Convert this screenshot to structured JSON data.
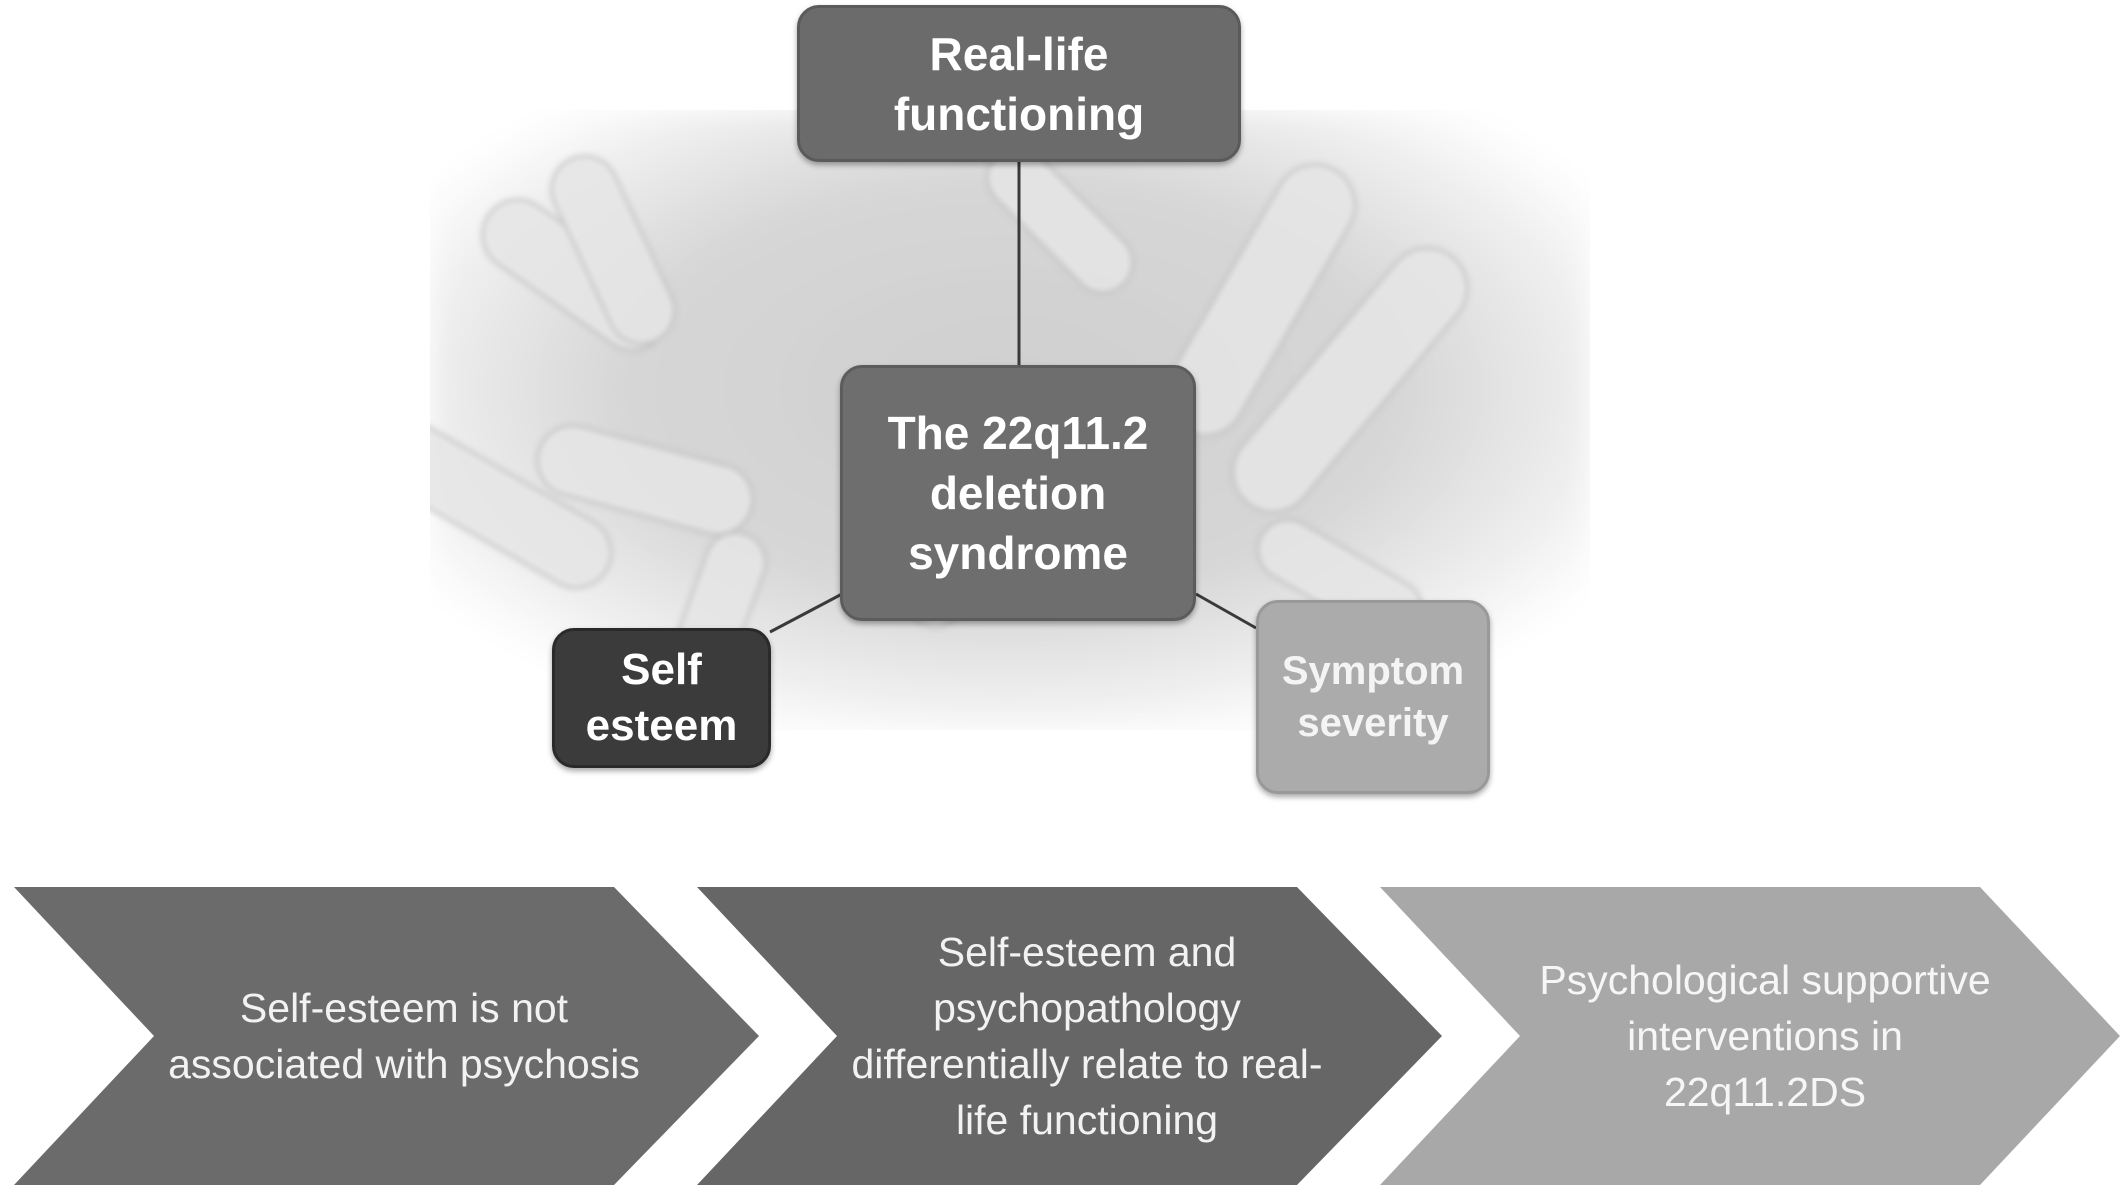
{
  "hub": {
    "center": "The 22q11.2 deletion syndrome",
    "top": "Real-life functioning",
    "left": "Self esteem",
    "right": "Symptom severity"
  },
  "chevrons": [
    {
      "text": "Self-esteem is not associated with psychosis",
      "color": "#6b6b6b"
    },
    {
      "text": "Self-esteem and psychopathology differentially relate to real-life functioning",
      "color": "#666666"
    },
    {
      "text": "Psychological supportive interventions in 22q11.2DS",
      "color": "#a8a8a8"
    }
  ],
  "colors": {
    "top_box": "#6b6b6b",
    "center_box": "#6e6e6e",
    "left_box": "#3b3b3b",
    "right_box": "#ababab"
  },
  "background_image": "chromosome-photo"
}
